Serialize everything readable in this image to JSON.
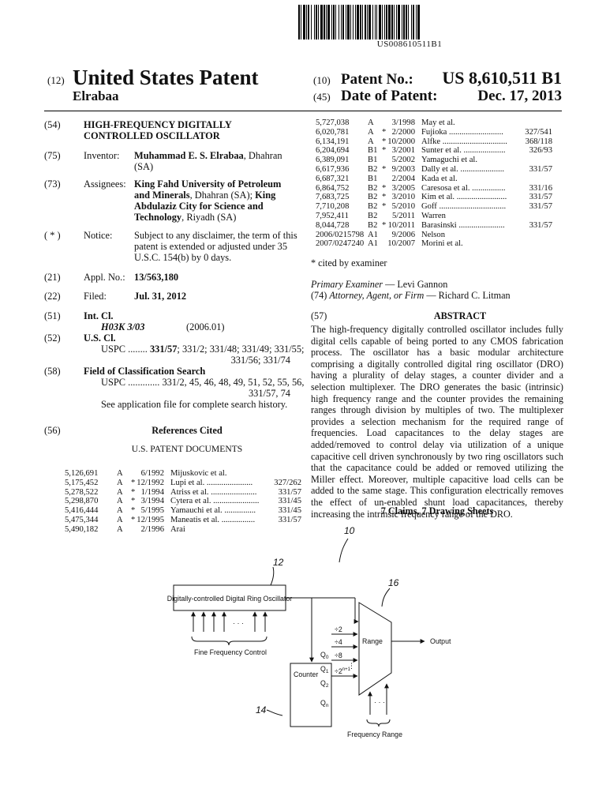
{
  "doc_number": "US008610511B1",
  "header": {
    "code12": "(12)",
    "title": "United States Patent",
    "inventor_short": "Elrabaa",
    "code10": "(10)",
    "patent_no_label": "Patent No.:",
    "patent_no": "US 8,610,511 B1",
    "code45": "(45)",
    "date_label": "Date of Patent:",
    "date": "Dec. 17, 2013"
  },
  "left": {
    "c54": "(54)",
    "title_l1": "HIGH-FREQUENCY DIGITALLY",
    "title_l2": "CONTROLLED OSCILLATOR",
    "c75": "(75)",
    "inventor_label": "Inventor:",
    "inventor_name": "Muhammad E. S. Elrabaa",
    "inventor_loc1": ", Dhahran",
    "inventor_loc2": "(SA)",
    "c73": "(73)",
    "assignees_label": "Assignees:",
    "as1": "King Fahd University of Petroleum",
    "as2b": "and Minerals",
    "as2r": ", Dhahran (SA); ",
    "as2c": "King",
    "as3": "Abdulaziz City for Science and",
    "as4b": "Technology",
    "as4r": ", Riyadh (SA)",
    "cstar": "( * )",
    "notice_label": "Notice:",
    "notice1": "Subject to any disclaimer, the term of this",
    "notice2": "patent is extended or adjusted under 35",
    "notice3": "U.S.C. 154(b) by 0 days.",
    "c21": "(21)",
    "appl_label": "Appl. No.:",
    "appl_no": "13/563,180",
    "c22": "(22)",
    "filed_label": "Filed:",
    "filed": "Jul. 31, 2012",
    "c51": "(51)",
    "intcl_label": "Int. Cl.",
    "intcl_code": "H03K 3/03",
    "intcl_year": "(2006.01)",
    "c52": "(52)",
    "uscl_label": "U.S. Cl.",
    "uspc1_pre": "USPC ........ ",
    "uspc1_b": "331/57",
    "uspc1_r": "; 331/2; 331/48; 331/49; 331/55;",
    "uspc2": "331/56; 331/74",
    "c58": "(58)",
    "field_label": "Field of Classification Search",
    "fs1": "USPC ............. 331/2, 45, 46, 48, 49, 51, 52, 55, 56,",
    "fs2": "331/57, 74",
    "fs3": "See application file for complete search history.",
    "c56": "(56)",
    "refs_label": "References Cited",
    "usdocs_label": "U.S. PATENT DOCUMENTS"
  },
  "left_cites": [
    {
      "n": "5,126,691",
      "k": "A",
      "s": "",
      "d": "6/1992",
      "a": "Mijuskovic et al.",
      "c": ""
    },
    {
      "n": "5,175,452",
      "k": "A",
      "s": "*",
      "d": "12/1992",
      "a": "Lupi et al. ......................",
      "c": "327/262"
    },
    {
      "n": "5,278,522",
      "k": "A",
      "s": "*",
      "d": "1/1994",
      "a": "Atriss et al. ......................",
      "c": "331/57"
    },
    {
      "n": "5,298,870",
      "k": "A",
      "s": "*",
      "d": "3/1994",
      "a": "Cytera et al. ......................",
      "c": "331/45"
    },
    {
      "n": "5,416,444",
      "k": "A",
      "s": "*",
      "d": "5/1995",
      "a": "Yamauchi et al. ...............",
      "c": "331/45"
    },
    {
      "n": "5,475,344",
      "k": "A",
      "s": "*",
      "d": "12/1995",
      "a": "Maneatis et al. ................",
      "c": "331/57"
    },
    {
      "n": "5,490,182",
      "k": "A",
      "s": "",
      "d": "2/1996",
      "a": "Arai",
      "c": ""
    }
  ],
  "right_cites": [
    {
      "n": "5,727,038",
      "k": "A",
      "s": "",
      "d": "3/1998",
      "a": "May et al.",
      "c": ""
    },
    {
      "n": "6,020,781",
      "k": "A",
      "s": "*",
      "d": "2/2000",
      "a": "Fujioka ..........................",
      "c": "327/541"
    },
    {
      "n": "6,134,191",
      "k": "A",
      "s": "*",
      "d": "10/2000",
      "a": "Alfke ...............................",
      "c": "368/118"
    },
    {
      "n": "6,204,694",
      "k": "B1",
      "s": "*",
      "d": "3/2001",
      "a": "Sunter et al. ....................",
      "c": "326/93"
    },
    {
      "n": "6,389,091",
      "k": "B1",
      "s": "",
      "d": "5/2002",
      "a": "Yamaguchi et al.",
      "c": ""
    },
    {
      "n": "6,617,936",
      "k": "B2",
      "s": "*",
      "d": "9/2003",
      "a": "Dally et al. .....................",
      "c": "331/57"
    },
    {
      "n": "6,687,321",
      "k": "B1",
      "s": "",
      "d": "2/2004",
      "a": "Kada et al.",
      "c": ""
    },
    {
      "n": "6,864,752",
      "k": "B2",
      "s": "*",
      "d": "3/2005",
      "a": "Caresosa et al. ................",
      "c": "331/16"
    },
    {
      "n": "7,683,725",
      "k": "B2",
      "s": "*",
      "d": "3/2010",
      "a": "Kim et al. ........................",
      "c": "331/57"
    },
    {
      "n": "7,710,208",
      "k": "B2",
      "s": "*",
      "d": "5/2010",
      "a": "Goff ................................",
      "c": "331/57"
    },
    {
      "n": "7,952,411",
      "k": "B2",
      "s": "",
      "d": "5/2011",
      "a": "Warren",
      "c": ""
    },
    {
      "n": "8,044,728",
      "k": "B2",
      "s": "*",
      "d": "10/2011",
      "a": "Barasinski ......................",
      "c": "331/57"
    },
    {
      "n": "2006/0215798",
      "k": "A1",
      "s": "",
      "d": "9/2006",
      "a": "Nelson",
      "c": ""
    },
    {
      "n": "2007/0247240",
      "k": "A1",
      "s": "",
      "d": "10/2007",
      "a": "Morini et al.",
      "c": ""
    }
  ],
  "right": {
    "cited": "* cited by examiner",
    "examiner_label": "Primary Examiner",
    "examiner": " — Levi Gannon",
    "c74": "(74)",
    "attorney_label": "Attorney, Agent, or Firm",
    "attorney": " — Richard C. Litman",
    "c57": "(57)",
    "abstract_label": "ABSTRACT",
    "abstract": "The high-frequency digitally controlled oscillator includes fully digital cells capable of being ported to any CMOS fabrication process. The oscillator has a basic modular architecture comprising a digitally controlled digital ring oscillator (DRO) having a plurality of delay stages, a counter divider and a selection multiplexer. The DRO generates the basic (intrinsic) high frequency range and the counter provides the remaining ranges through division by multiples of two. The multiplexer provides a selection mechanism for the required range of frequencies. Load capacitances to the delay stages are added/removed to control delay via utilization of a unique capacitive cell driven synchronously by two ring oscillators such that the capacitance could be added or removed utilizing the Miller effect. Moreover, multiple capacitive load cells can be added to the same stage. This configuration electrically removes the effect of un-enabled shunt load capacitances, thereby increasing the intrinsic frequency range of the DRO.",
    "claims": "7 Claims, 7 Drawing Sheets"
  },
  "figure": {
    "ref10": "10",
    "ref12": "12",
    "ref14": "14",
    "ref16": "16",
    "dro_label": "Digitally-controlled Digital Ring Oscillator",
    "dots": "· · ·",
    "fine_label": "Fine Frequency Control",
    "counter_label": "Counter",
    "q0": "Q",
    "q0s": "0",
    "q1": "Q",
    "q1s": "1",
    "q2": "Q",
    "q2s": "2",
    "qn": "Q",
    "qns": "n",
    "div2": "÷2",
    "div4": "÷4",
    "div8": "÷8",
    "div2n": "÷2",
    "div2ns": "n+1",
    "range_label": "Range",
    "output_label": "Output",
    "freq_range_label": "Frequency Range"
  }
}
